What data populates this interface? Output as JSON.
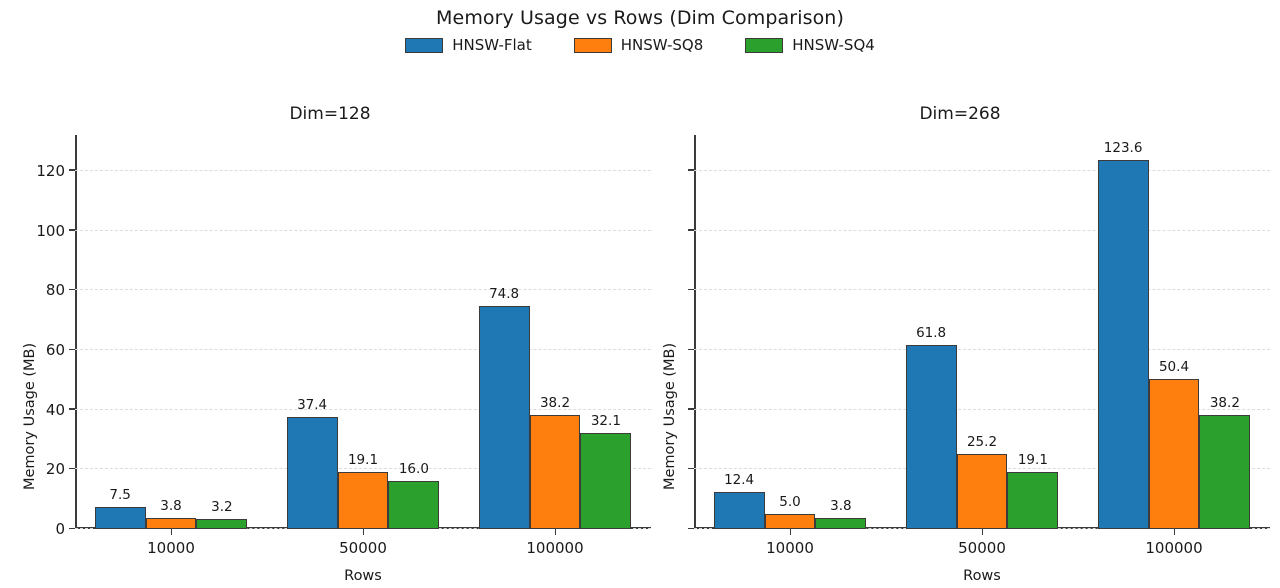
{
  "chart_data": {
    "type": "bar",
    "title": "Memory Usage vs Rows (Dim Comparison)",
    "xlabel": "Rows",
    "ylabel": "Memory Usage (MB)",
    "categories": [
      "10000",
      "50000",
      "100000"
    ],
    "ylim": [
      0,
      132
    ],
    "yticks": [
      0,
      20,
      40,
      60,
      80,
      100,
      120
    ],
    "grid": "y-axis only, dashed light gray",
    "legend_position": "top center, above subplots, horizontal",
    "legend": [
      "HNSW-Flat",
      "HNSW-SQ8",
      "HNSW-SQ4"
    ],
    "colors": {
      "HNSW-Flat": "#1f77b4",
      "HNSW-SQ8": "#ff7f0e",
      "HNSW-SQ4": "#2ca02c",
      "bar_edge": "#3b3b3b",
      "gridline": "#dcdcdc",
      "text": "#1a1a1a",
      "background": "#ffffff"
    },
    "subplots": [
      {
        "title": "Dim=128",
        "xlabel": "Rows",
        "ylabel": "Memory Usage (MB)",
        "yticklabels_visible": true,
        "categories": [
          "10000",
          "50000",
          "100000"
        ],
        "series": [
          {
            "name": "HNSW-Flat",
            "color": "#1f77b4",
            "values": [
              7.5,
              37.4,
              74.8
            ],
            "labels": [
              "7.5",
              "37.4",
              "74.8"
            ]
          },
          {
            "name": "HNSW-SQ8",
            "color": "#ff7f0e",
            "values": [
              3.8,
              19.1,
              38.2
            ],
            "labels": [
              "3.8",
              "19.1",
              "38.2"
            ]
          },
          {
            "name": "HNSW-SQ4",
            "color": "#2ca02c",
            "values": [
              3.2,
              16.0,
              32.1
            ],
            "labels": [
              "3.2",
              "16.0",
              "32.1"
            ]
          }
        ]
      },
      {
        "title": "Dim=268",
        "xlabel": "Rows",
        "ylabel": "Memory Usage (MB)",
        "yticklabels_visible": false,
        "categories": [
          "10000",
          "50000",
          "100000"
        ],
        "series": [
          {
            "name": "HNSW-Flat",
            "color": "#1f77b4",
            "values": [
              12.4,
              61.8,
              123.6
            ],
            "labels": [
              "12.4",
              "61.8",
              "123.6"
            ]
          },
          {
            "name": "HNSW-SQ8",
            "color": "#ff7f0e",
            "values": [
              5.0,
              25.2,
              50.4
            ],
            "labels": [
              "5.0",
              "25.2",
              "50.4"
            ]
          },
          {
            "name": "HNSW-SQ4",
            "color": "#2ca02c",
            "values": [
              3.8,
              19.1,
              38.2
            ],
            "labels": [
              "3.8",
              "19.1",
              "38.2"
            ]
          }
        ]
      }
    ]
  }
}
